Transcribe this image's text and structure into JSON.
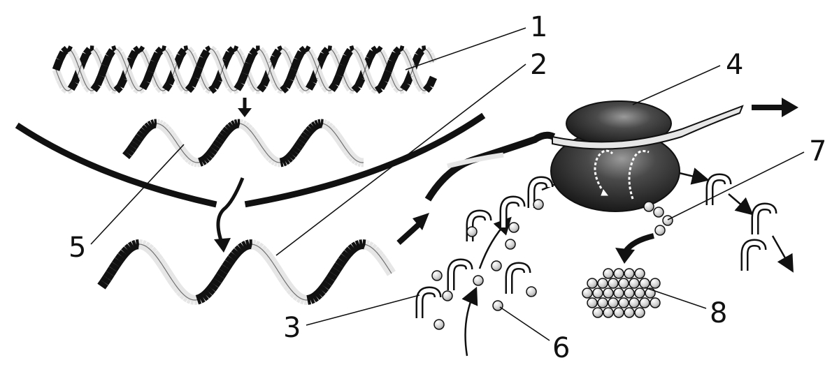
{
  "labels": {
    "l1": "1",
    "l2": "2",
    "l3": "3",
    "l4": "4",
    "l5": "5",
    "l6": "6",
    "l7": "7",
    "l8": "8"
  },
  "colors": {
    "ink": "#111111",
    "strand_light": "#e6e6e6",
    "ribosome_dark": "#1a1a1a",
    "sphere_light": "#dcdcdc"
  }
}
